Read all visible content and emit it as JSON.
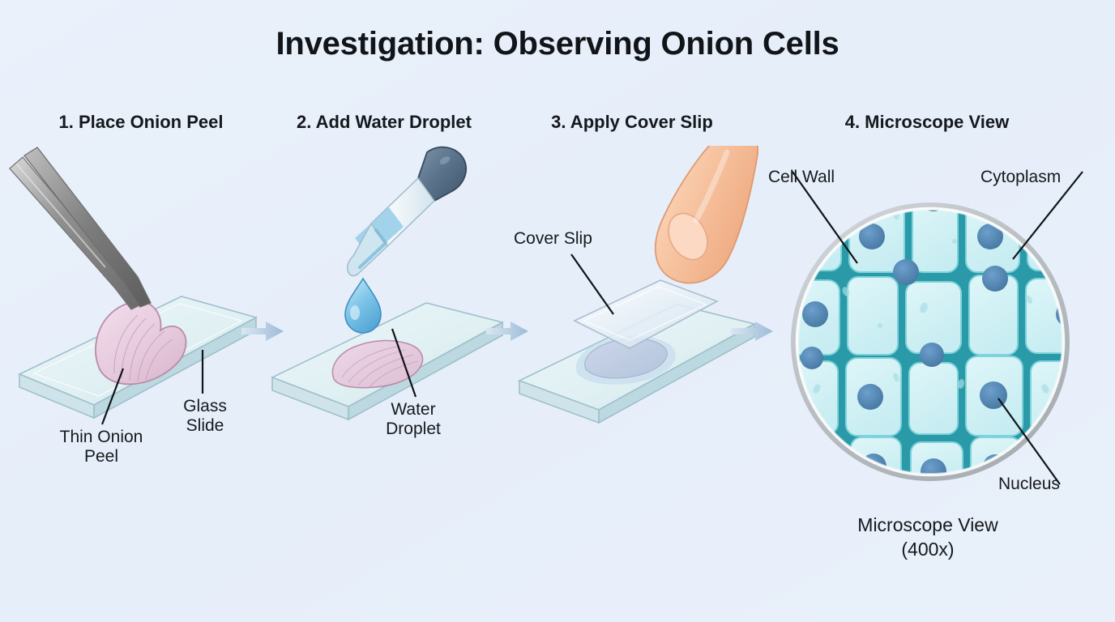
{
  "title": "Investigation: Observing Onion Cells",
  "background_color": "#e7effa",
  "steps": [
    {
      "heading": "1. Place Onion Peel"
    },
    {
      "heading": "2. Add Water Droplet"
    },
    {
      "heading": "3. Apply Cover Slip"
    },
    {
      "heading": "4. Microscope View"
    }
  ],
  "labels": {
    "thin_onion_peel": "Thin Onion\nPeel",
    "glass_slide": "Glass\nSlide",
    "water_droplet": "Water\nDroplet",
    "cover_slip": "Cover Slip",
    "cell_wall": "Cell Wall",
    "cytoplasm": "Cytoplasm",
    "nucleus": "Nucleus"
  },
  "microscope": {
    "caption": "Microscope View\n(400x)",
    "magnification": "400x"
  },
  "colors": {
    "title_text": "#111418",
    "label_text": "#16191d",
    "glass_slide": "#e3f1f3",
    "glass_slide_edge": "#9fc0cc",
    "onion_peel": "#e9cfe0",
    "onion_peel_edge": "#b98aa8",
    "water_blue": "#6bb9e0",
    "dropper_bulb": "#5b748c",
    "tweezers_metal": "#9a9a9a",
    "finger_skin": "#f6c3a1",
    "cover_slip": "#cfdbe9",
    "cell_wall": "#2b9aa8",
    "cell_wall_dark": "#1d8290",
    "cytoplasm": "#d6f2f5",
    "cytoplasm_light": "#c8edf2",
    "nucleus": "#4a7fb5",
    "scope_rim": "#c5c9cc",
    "arrow": "#b9cde2"
  },
  "arrows": {
    "count": 3,
    "direction": "right"
  }
}
